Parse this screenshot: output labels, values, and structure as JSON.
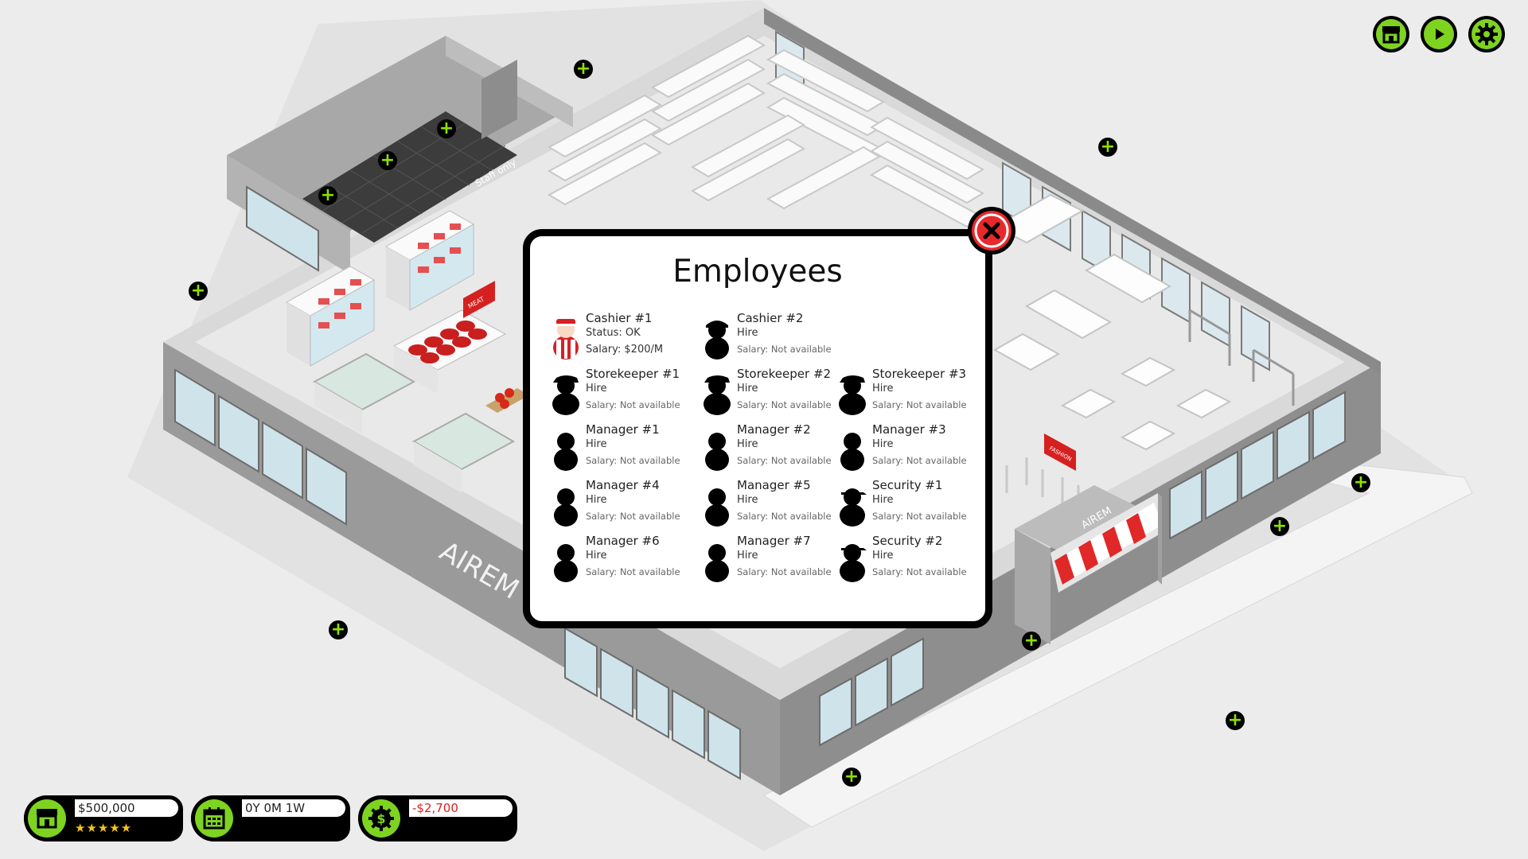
{
  "modal": {
    "title": "Employees",
    "employees": [
      {
        "name": "Cashier #1",
        "status": "Status: OK",
        "salary": "Salary: $200/M",
        "hired": true
      },
      {
        "name": "Cashier #2",
        "status": "Hire",
        "salary": "Salary: Not available",
        "hired": false
      },
      {
        "name": "Storekeeper #1",
        "status": "Hire",
        "salary": "Salary: Not available",
        "hired": false
      },
      {
        "name": "Storekeeper #2",
        "status": "Hire",
        "salary": "Salary: Not available",
        "hired": false
      },
      {
        "name": "Storekeeper #3",
        "status": "Hire",
        "salary": "Salary: Not available",
        "hired": false
      },
      {
        "name": "Manager #1",
        "status": "Hire",
        "salary": "Salary: Not available",
        "hired": false
      },
      {
        "name": "Manager #2",
        "status": "Hire",
        "salary": "Salary: Not available",
        "hired": false
      },
      {
        "name": "Manager #3",
        "status": "Hire",
        "salary": "Salary: Not available",
        "hired": false
      },
      {
        "name": "Manager #4",
        "status": "Hire",
        "salary": "Salary: Not available",
        "hired": false
      },
      {
        "name": "Manager #5",
        "status": "Hire",
        "salary": "Salary: Not available",
        "hired": false
      },
      {
        "name": "Security #1",
        "status": "Hire",
        "salary": "Salary: Not available",
        "hired": false
      },
      {
        "name": "Manager #6",
        "status": "Hire",
        "salary": "Salary: Not available",
        "hired": false
      },
      {
        "name": "Manager #7",
        "status": "Hire",
        "salary": "Salary: Not available",
        "hired": false
      },
      {
        "name": "Security #2",
        "status": "Hire",
        "salary": "Salary: Not available",
        "hired": false
      }
    ]
  },
  "scene": {
    "store_name": "AIREM",
    "signs": {
      "meat": "MEAT",
      "fashion": "FASHION",
      "staff": "Staff only",
      "entrance": "AIREM"
    }
  },
  "top_buttons": [
    {
      "name": "store-button",
      "icon": "store-icon"
    },
    {
      "name": "play-button",
      "icon": "play-icon"
    },
    {
      "name": "settings-button",
      "icon": "gear-icon"
    }
  ],
  "hud": {
    "money": "$500,000",
    "rating": "★★★★★",
    "rating_value": 5,
    "time": "0Y 0M 1W",
    "balance": "-$2,700"
  },
  "colors": {
    "accent": "#7ed321",
    "danger": "#e8292b",
    "balance_negative": "#e02020"
  }
}
